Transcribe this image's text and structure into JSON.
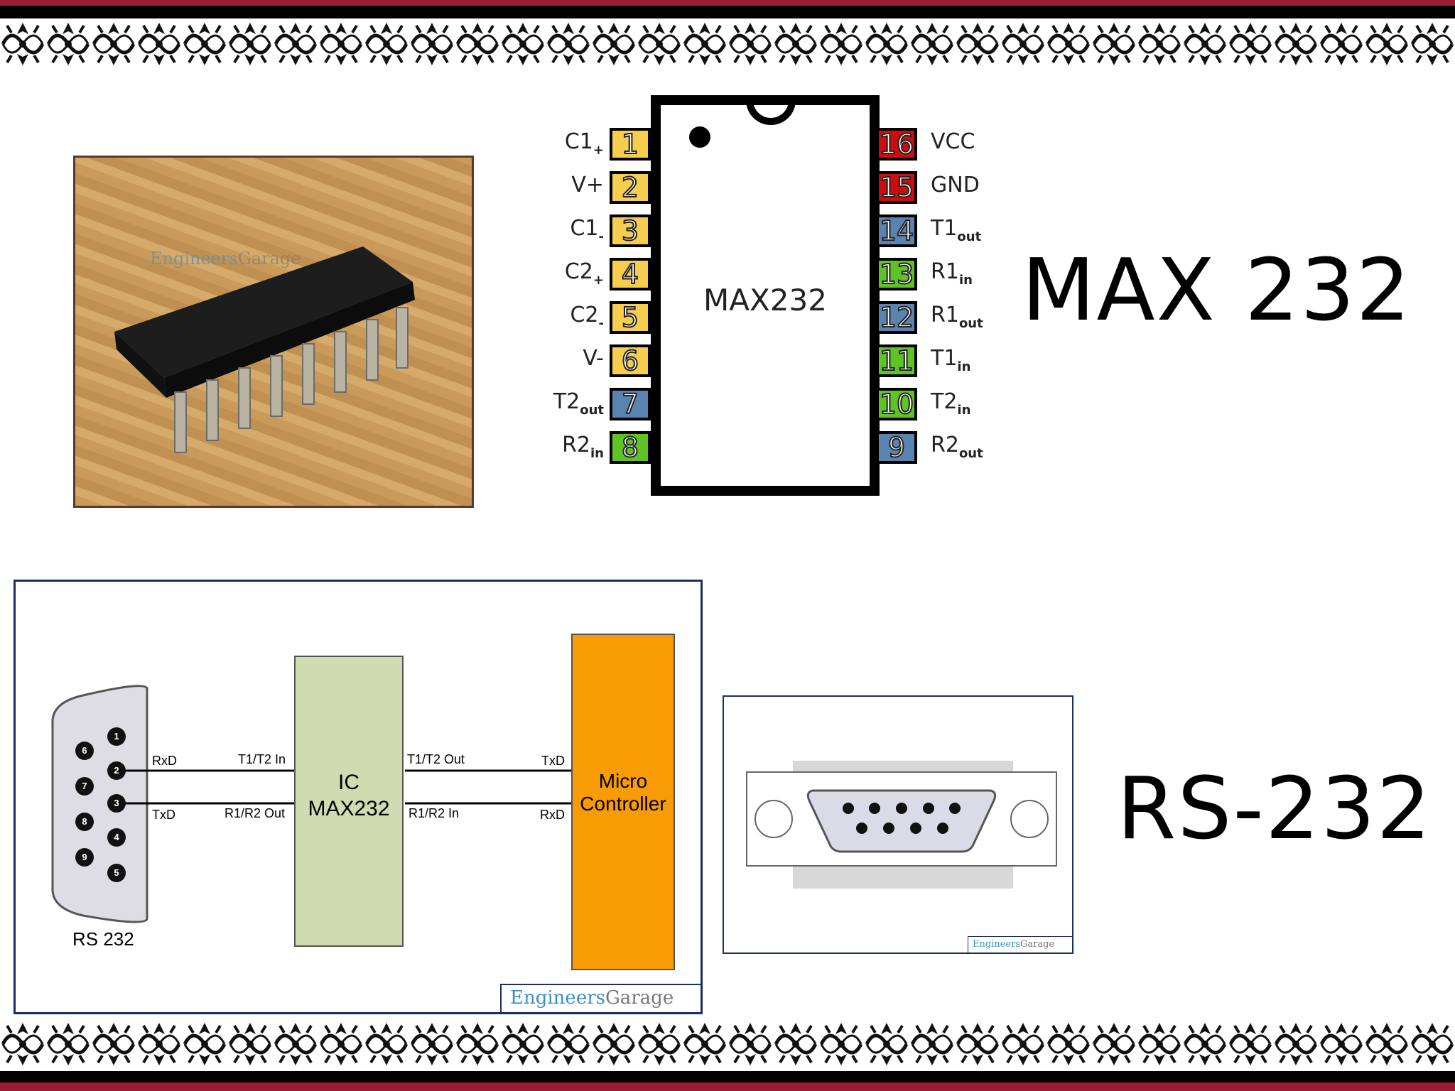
{
  "titles": {
    "max": "MAX 232",
    "rs": "RS-232"
  },
  "colors": {
    "red_band": "#9a1b34",
    "yellow_pin": "#f7cd50",
    "blue_pin": "#5b83b0",
    "green_pin": "#5ec425",
    "red_pin": "#cc0d0d",
    "ic_green": "#cfdcb1",
    "micro_orange": "#f99b04"
  },
  "photo": {
    "watermark_a": "Engineers",
    "watermark_b": "Garage"
  },
  "pinout": {
    "chip_label": "MAX232",
    "left": [
      {
        "num": "1",
        "name": "C1",
        "sub": "+",
        "color": "yellow"
      },
      {
        "num": "2",
        "name": "V+",
        "sub": "",
        "color": "yellow"
      },
      {
        "num": "3",
        "name": "C1",
        "sub": "-",
        "color": "yellow"
      },
      {
        "num": "4",
        "name": "C2",
        "sub": "+",
        "color": "yellow"
      },
      {
        "num": "5",
        "name": "C2",
        "sub": "-",
        "color": "yellow"
      },
      {
        "num": "6",
        "name": "V-",
        "sub": "",
        "color": "yellow"
      },
      {
        "num": "7",
        "name": "T2",
        "sub": "out",
        "color": "blue"
      },
      {
        "num": "8",
        "name": "R2",
        "sub": "in",
        "color": "green"
      }
    ],
    "right": [
      {
        "num": "16",
        "name": "VCC",
        "sub": "",
        "color": "red"
      },
      {
        "num": "15",
        "name": "GND",
        "sub": "",
        "color": "red"
      },
      {
        "num": "14",
        "name": "T1",
        "sub": "out",
        "color": "blue"
      },
      {
        "num": "13",
        "name": "R1",
        "sub": "in",
        "color": "green"
      },
      {
        "num": "12",
        "name": "R1",
        "sub": "out",
        "color": "blue"
      },
      {
        "num": "11",
        "name": "T1",
        "sub": "in",
        "color": "green"
      },
      {
        "num": "10",
        "name": "T2",
        "sub": "in",
        "color": "green"
      },
      {
        "num": "9",
        "name": "R2",
        "sub": "out",
        "color": "blue"
      }
    ]
  },
  "circuit": {
    "connector_label": "RS 232",
    "db9_pins": [
      "1",
      "2",
      "3",
      "4",
      "5",
      "6",
      "7",
      "8",
      "9"
    ],
    "rxd_left": "RxD",
    "txd_left": "TxD",
    "t_in": "T1/T2 In",
    "r_out": "R1/R2 Out",
    "t_out": "T1/T2 Out",
    "r_in": "R1/R2 In",
    "txd_right": "TxD",
    "rxd_right": "RxD",
    "ic_line1": "IC",
    "ic_line2": "MAX232",
    "micro_line1": "Micro",
    "micro_line2": "Controller",
    "watermark_a": "Engineers",
    "watermark_b": "Garage"
  },
  "connector_photo": {
    "watermark_a": "Engineers",
    "watermark_b": "Garage"
  }
}
